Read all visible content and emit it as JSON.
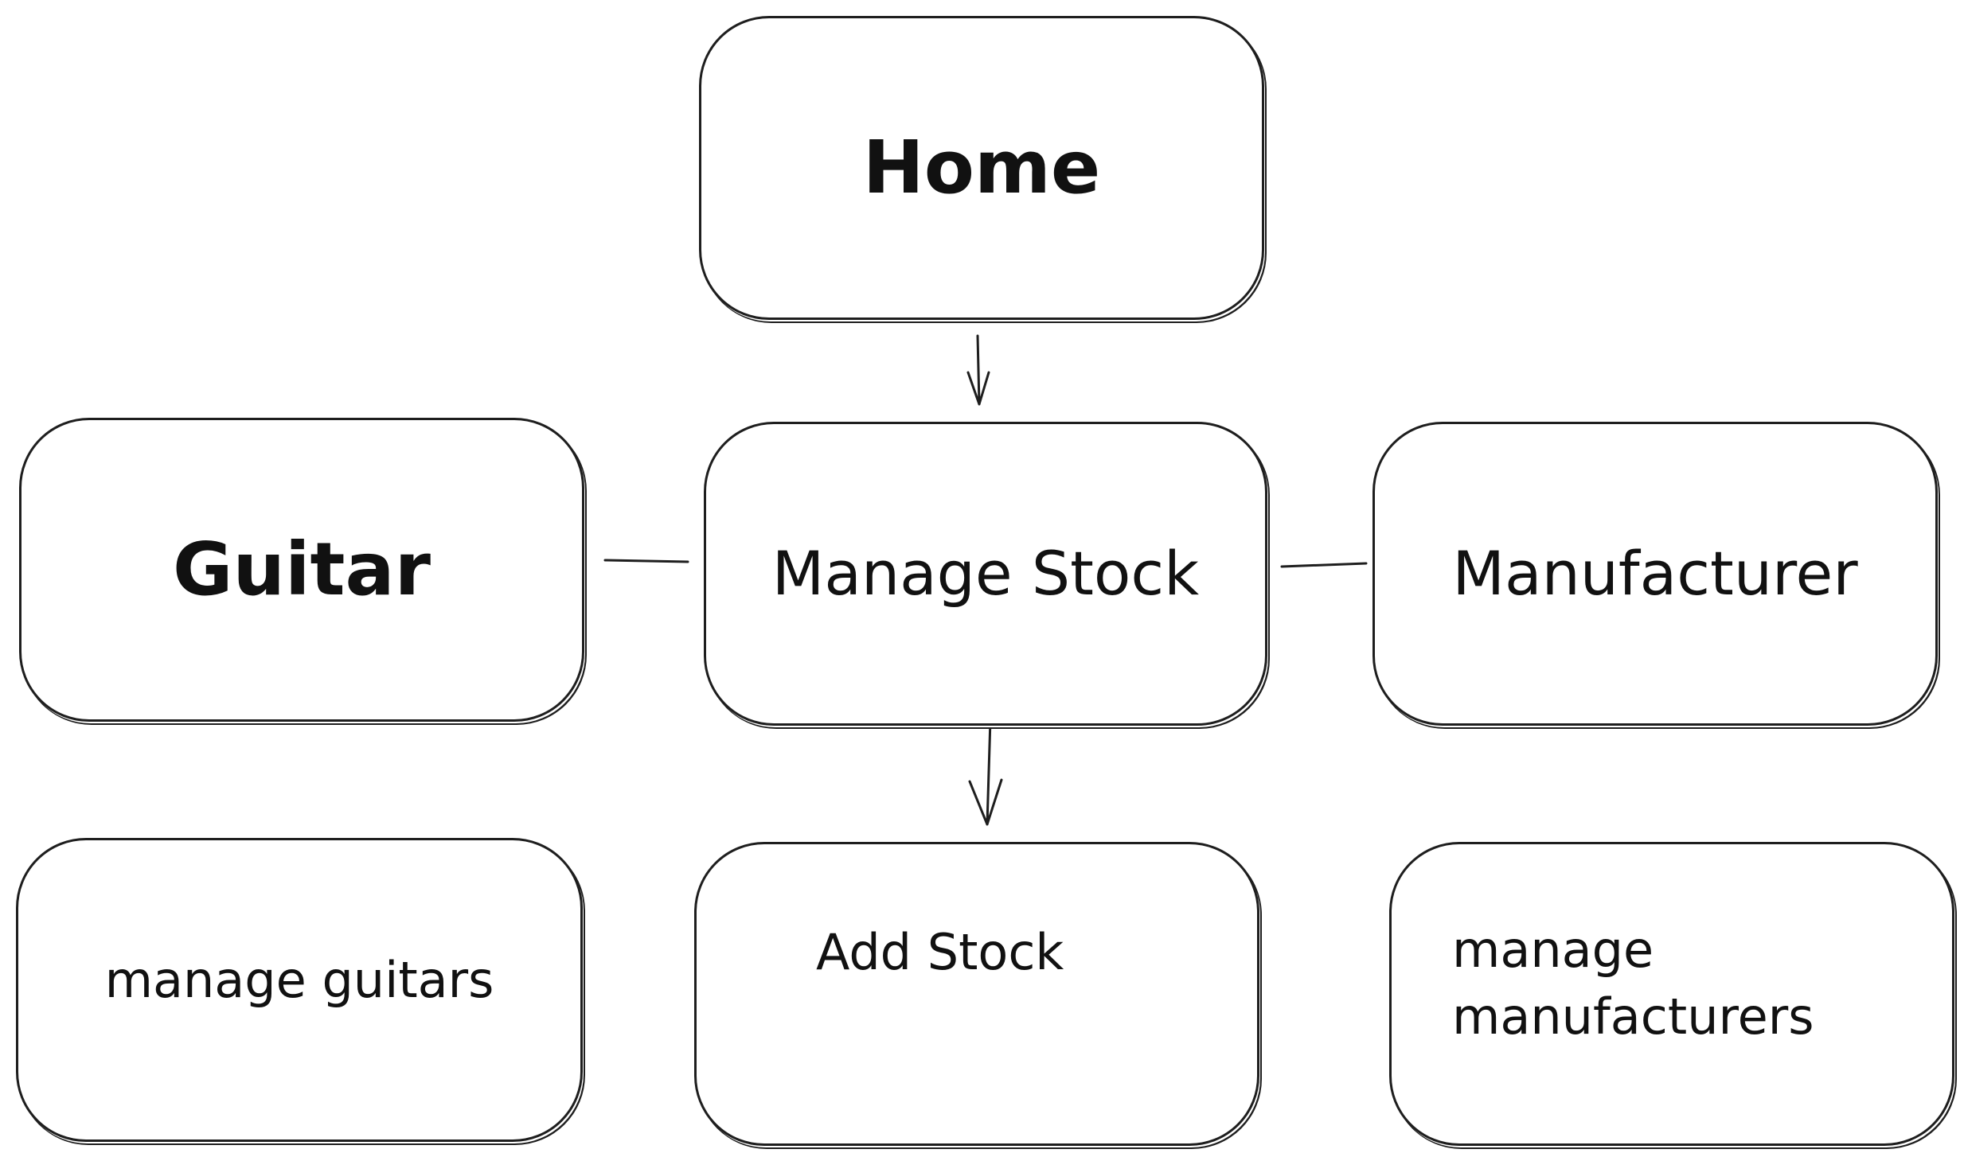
{
  "diagram": {
    "nodes": {
      "home": "Home",
      "manage_stock": "Manage Stock",
      "guitar": "Guitar",
      "manufacturer": "Manufacturer",
      "manage_guitars": "manage guitars",
      "add_stock": "Add Stock",
      "manage_manufacturers_line1": "manage",
      "manage_manufacturers_line2": "manufacturers"
    },
    "colors": {
      "stroke": "#1e1e1e",
      "background": "#ffffff",
      "text": "#111111"
    }
  }
}
